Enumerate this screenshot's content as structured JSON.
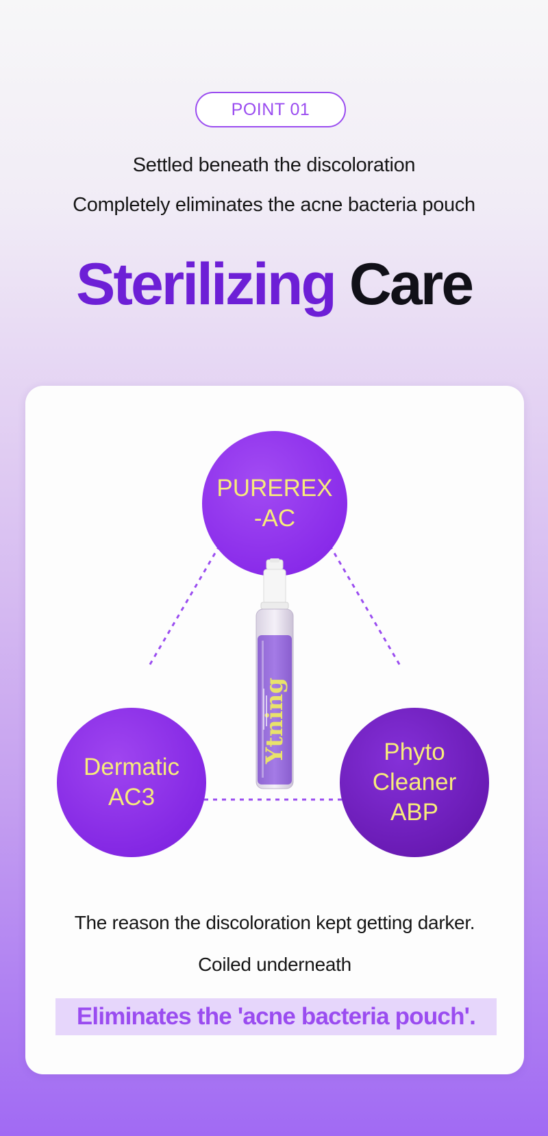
{
  "badge": {
    "label": "POINT 01"
  },
  "intro": {
    "line1": "Settled beneath the discoloration",
    "line2": "Completely eliminates the acne bacteria pouch"
  },
  "headline": {
    "part1": "Sterilizing",
    "part2": "Care"
  },
  "ingredients": [
    {
      "label": "PUREREX\n-AC"
    },
    {
      "label": "Dermatic\nAC3"
    },
    {
      "label": "Phyto\nCleaner\nABP"
    }
  ],
  "product": {
    "brand_text": "Ytning"
  },
  "captions": {
    "line1": "The reason the discoloration kept getting darker.",
    "line2": "Coiled underneath",
    "highlight": "Eliminates the 'acne bacteria pouch'."
  },
  "colors": {
    "accent_purple": "#9a4cf0",
    "headline_purple": "#6d1fd6",
    "circle_text_yellow": "#f7ec7a",
    "highlight_bg": "#e6d6fb"
  }
}
